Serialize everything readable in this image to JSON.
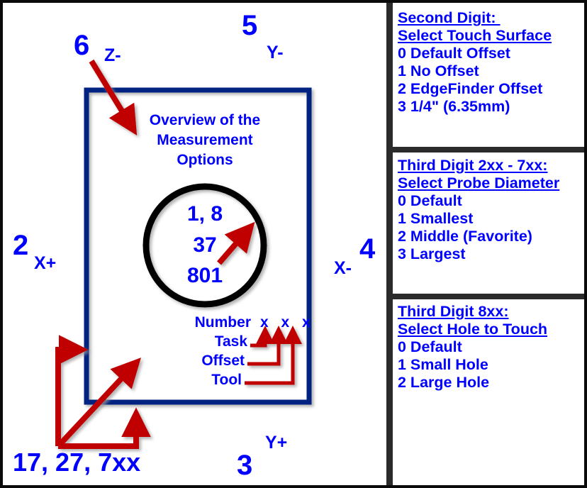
{
  "diagram": {
    "title_lines": [
      "Overview of the",
      "Measurement",
      "Options"
    ],
    "circle_lines": [
      "1, 8",
      "37",
      "801"
    ],
    "axis_callouts": [
      {
        "number": "6",
        "axis": "Z-",
        "direction": "down-right"
      },
      {
        "number": "5",
        "axis": "Y-",
        "direction": "down"
      },
      {
        "number": "2",
        "axis": "X+",
        "direction": "right"
      },
      {
        "number": "4",
        "axis": "X-",
        "direction": "left"
      },
      {
        "number": "3",
        "axis": "Y+",
        "direction": "up"
      }
    ],
    "digit_legend": {
      "placeholder": "x x x",
      "rows": [
        "Number",
        "Task",
        "Offset",
        "Tool"
      ]
    },
    "bottom_code": "17, 27, 7xx",
    "colors": {
      "text_blue": "#0000FF",
      "arrow_red": "#C00000",
      "box_navy": "#002080",
      "circle_black": "#000000",
      "border_black": "#0A0A0A"
    }
  },
  "legend": {
    "sections": [
      {
        "heading_line_1": "Second Digit: ",
        "heading_line_2": "Select Touch Surface",
        "items": [
          "0 Default Offset",
          "1 No Offset",
          "2 EdgeFinder Offset",
          "3 1/4\" (6.35mm)"
        ]
      },
      {
        "heading_line_1": "Third Digit 2xx - 7xx:",
        "heading_line_2": "Select Probe Diameter",
        "items": [
          "0 Default",
          "1 Smallest",
          "2 Middle (Favorite)",
          "3 Largest"
        ]
      },
      {
        "heading_line_1": "Third Digit 8xx:",
        "heading_line_2": "Select Hole to Touch",
        "items": [
          "0 Default",
          "1 Small Hole",
          "2 Large Hole"
        ]
      }
    ]
  }
}
